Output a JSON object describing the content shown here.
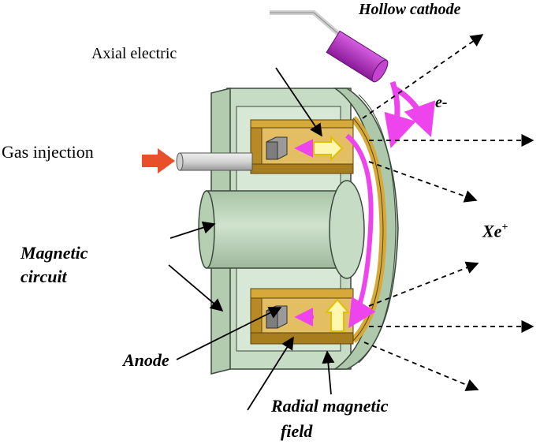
{
  "labels": {
    "hollow_cathode": "Hollow cathode",
    "axial_electric": "Axial electric",
    "electron": "e-",
    "gas_injection": "Gas injection",
    "xenon_ion": "Xe",
    "xenon_ion_sup": "+",
    "magnetic_circuit_line1": "Magnetic",
    "magnetic_circuit_line2": "circuit",
    "anode": "Anode",
    "radial_line1": "Radial magnetic",
    "radial_line2": "field"
  },
  "colors": {
    "housing": "#c6dcc4",
    "housing_edge": "#3c4a3c",
    "channel_gold": "#d6a93a",
    "channel_dark": "#a87d1e",
    "magenta": "#ee44ee",
    "cathode": "#b028c0",
    "gas_arrow": "#e8502a",
    "anode_gray": "#8c8c8c"
  }
}
